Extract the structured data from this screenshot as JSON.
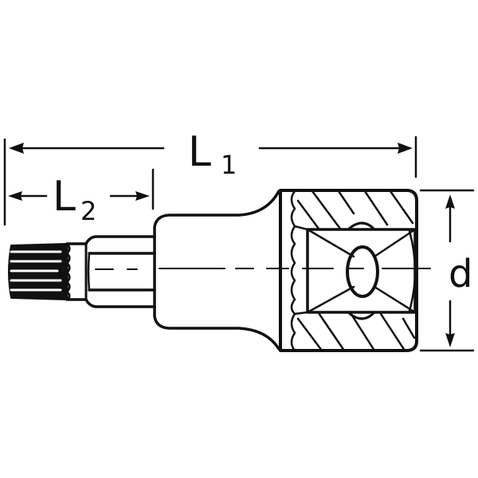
{
  "diagram": {
    "subject": "Socket bit with spline (XZN) tip",
    "colors": {
      "line": "#111111",
      "background": "#ffffff"
    },
    "dimensions": {
      "L1": {
        "letter": "L",
        "subscript": "1",
        "description": "overall length"
      },
      "L2": {
        "letter": "L",
        "subscript": "2",
        "description": "bit length"
      },
      "d": {
        "letter": "d",
        "description": "socket diameter"
      }
    }
  }
}
